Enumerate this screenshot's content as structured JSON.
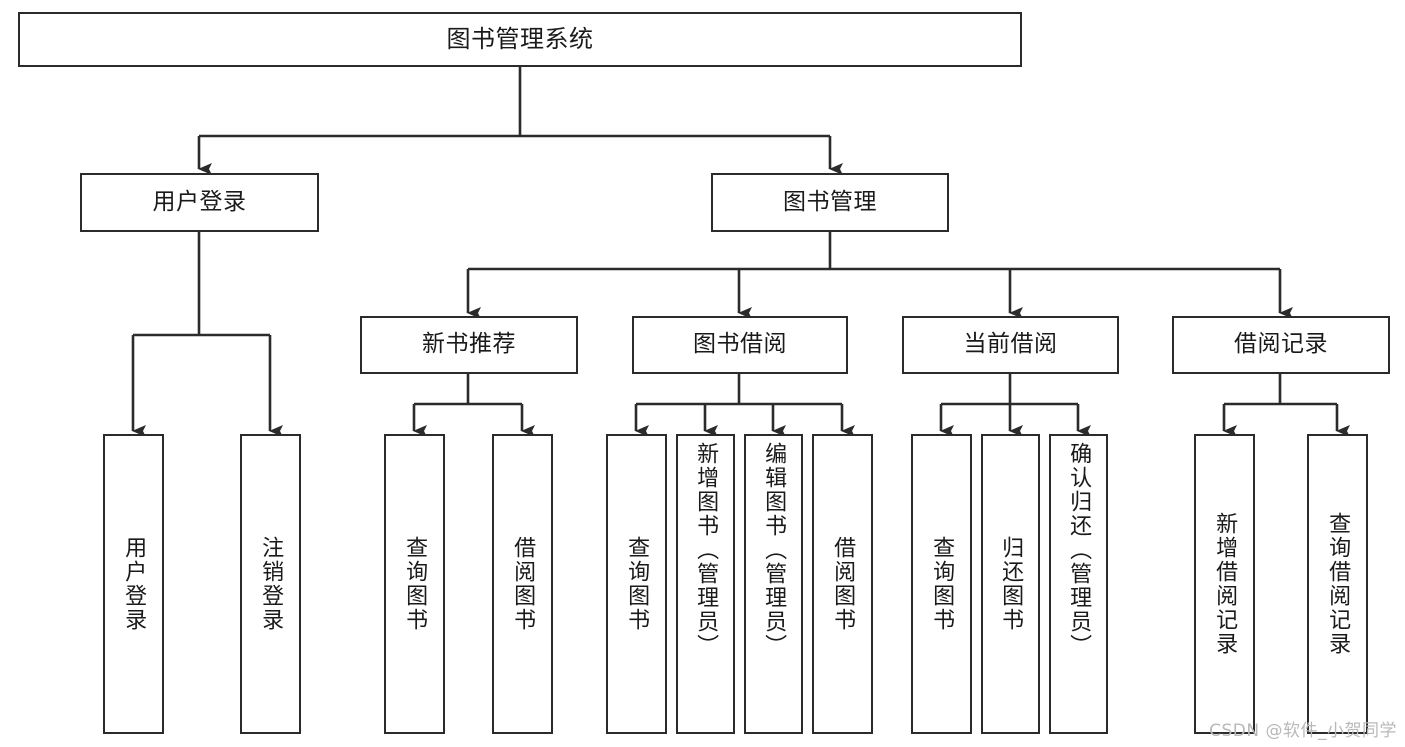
{
  "diagram": {
    "title": "图书管理系统",
    "type": "tree-hierarchy-chart",
    "colors": {
      "line": "#2b2b2b",
      "box_border": "#2b2b2b",
      "box_fill": "#ffffff",
      "text": "#1a1a1a",
      "background": "#ffffff",
      "watermark": "#b9b9b9"
    },
    "watermark": "CSDN @软件_小贺同学",
    "nodes": {
      "root": {
        "label": "图书管理系统"
      },
      "level2": [
        {
          "label": "用户登录"
        },
        {
          "label": "图书管理"
        }
      ],
      "level3": [
        {
          "label": "新书推荐"
        },
        {
          "label": "图书借阅"
        },
        {
          "label": "当前借阅"
        },
        {
          "label": "借阅记录"
        }
      ],
      "leaves": {
        "user_login": [
          {
            "label": "用户登录"
          },
          {
            "label": "注销登录"
          }
        ],
        "new_book_recommend": [
          {
            "label": "查询图书"
          },
          {
            "label": "借阅图书"
          }
        ],
        "book_borrow": [
          {
            "label": "查询图书"
          },
          {
            "label": "新增图书（管理员）"
          },
          {
            "label": "编辑图书（管理员）"
          },
          {
            "label": "借阅图书"
          }
        ],
        "current_borrow": [
          {
            "label": "查询图书"
          },
          {
            "label": "归还图书"
          },
          {
            "label": "确认归还（管理员）"
          }
        ],
        "borrow_record": [
          {
            "label": "新增借阅记录"
          },
          {
            "label": "查询借阅记录"
          }
        ]
      }
    }
  }
}
